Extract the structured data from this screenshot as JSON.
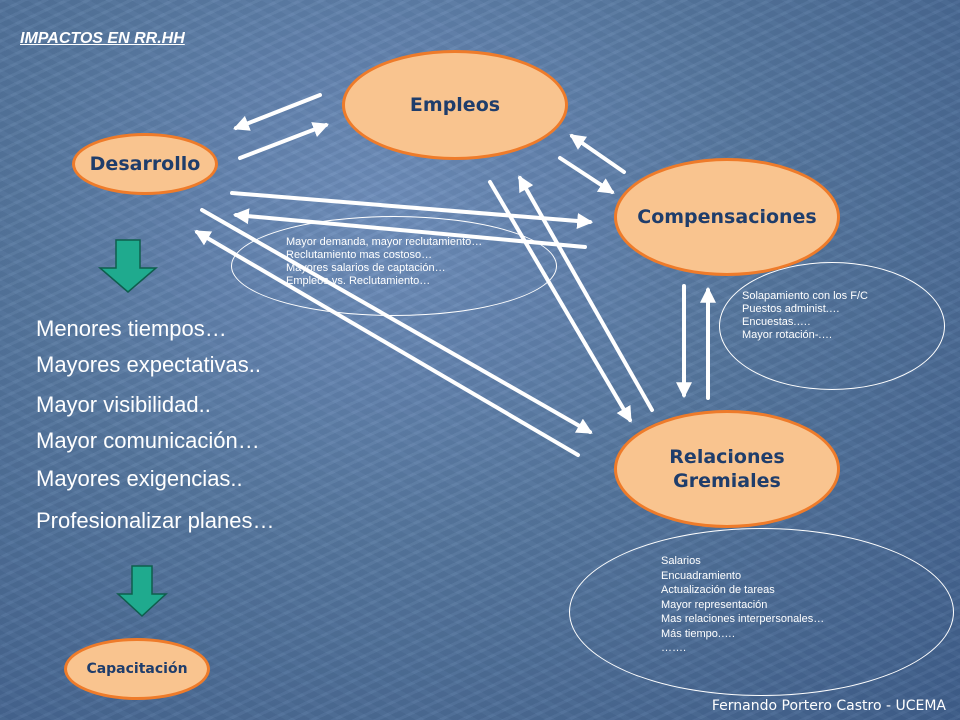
{
  "slide": {
    "title": "IMPACTOS  EN RR.HH",
    "footer": "Fernando Portero Castro - UCEMA"
  },
  "nodes": {
    "empleos": "Empleos",
    "desarrollo": "Desarrollo",
    "compensaciones": "Compensaciones",
    "relaciones_line1": "Relaciones",
    "relaciones_line2": "Gremiales",
    "capacitacion": "Capacitación"
  },
  "reclutamiento_notes": [
    "Mayor demanda, mayor reclutamiento…",
    "Reclutamiento mas costoso…",
    "Mayores salarios de captación…",
    "Empleos vs. Reclutamiento…"
  ],
  "compensaciones_notes": [
    "Solapamiento con los F/C",
    "Puestos administ.…",
    "Encuestas.….",
    "Mayor rotación-.…"
  ],
  "gremiales_notes": [
    "Salarios",
    "Encuadramiento",
    "Actualización de tareas",
    "Mayor representación",
    "Mas relaciones interpersonales…",
    "Más tiempo.….",
    "……."
  ],
  "impacts": [
    "Menores tiempos…",
    "Mayores expectativas..",
    "Mayor visibilidad..",
    "Mayor comunicación…",
    "Mayores exigencias..",
    "Profesionalizar planes…"
  ],
  "colors": {
    "node_fill": "#f9c48f",
    "node_border": "#ee7b2a",
    "node_text": "#1f3d6b",
    "down_arrow": "#1faa8e",
    "connector": "#ffffff"
  }
}
